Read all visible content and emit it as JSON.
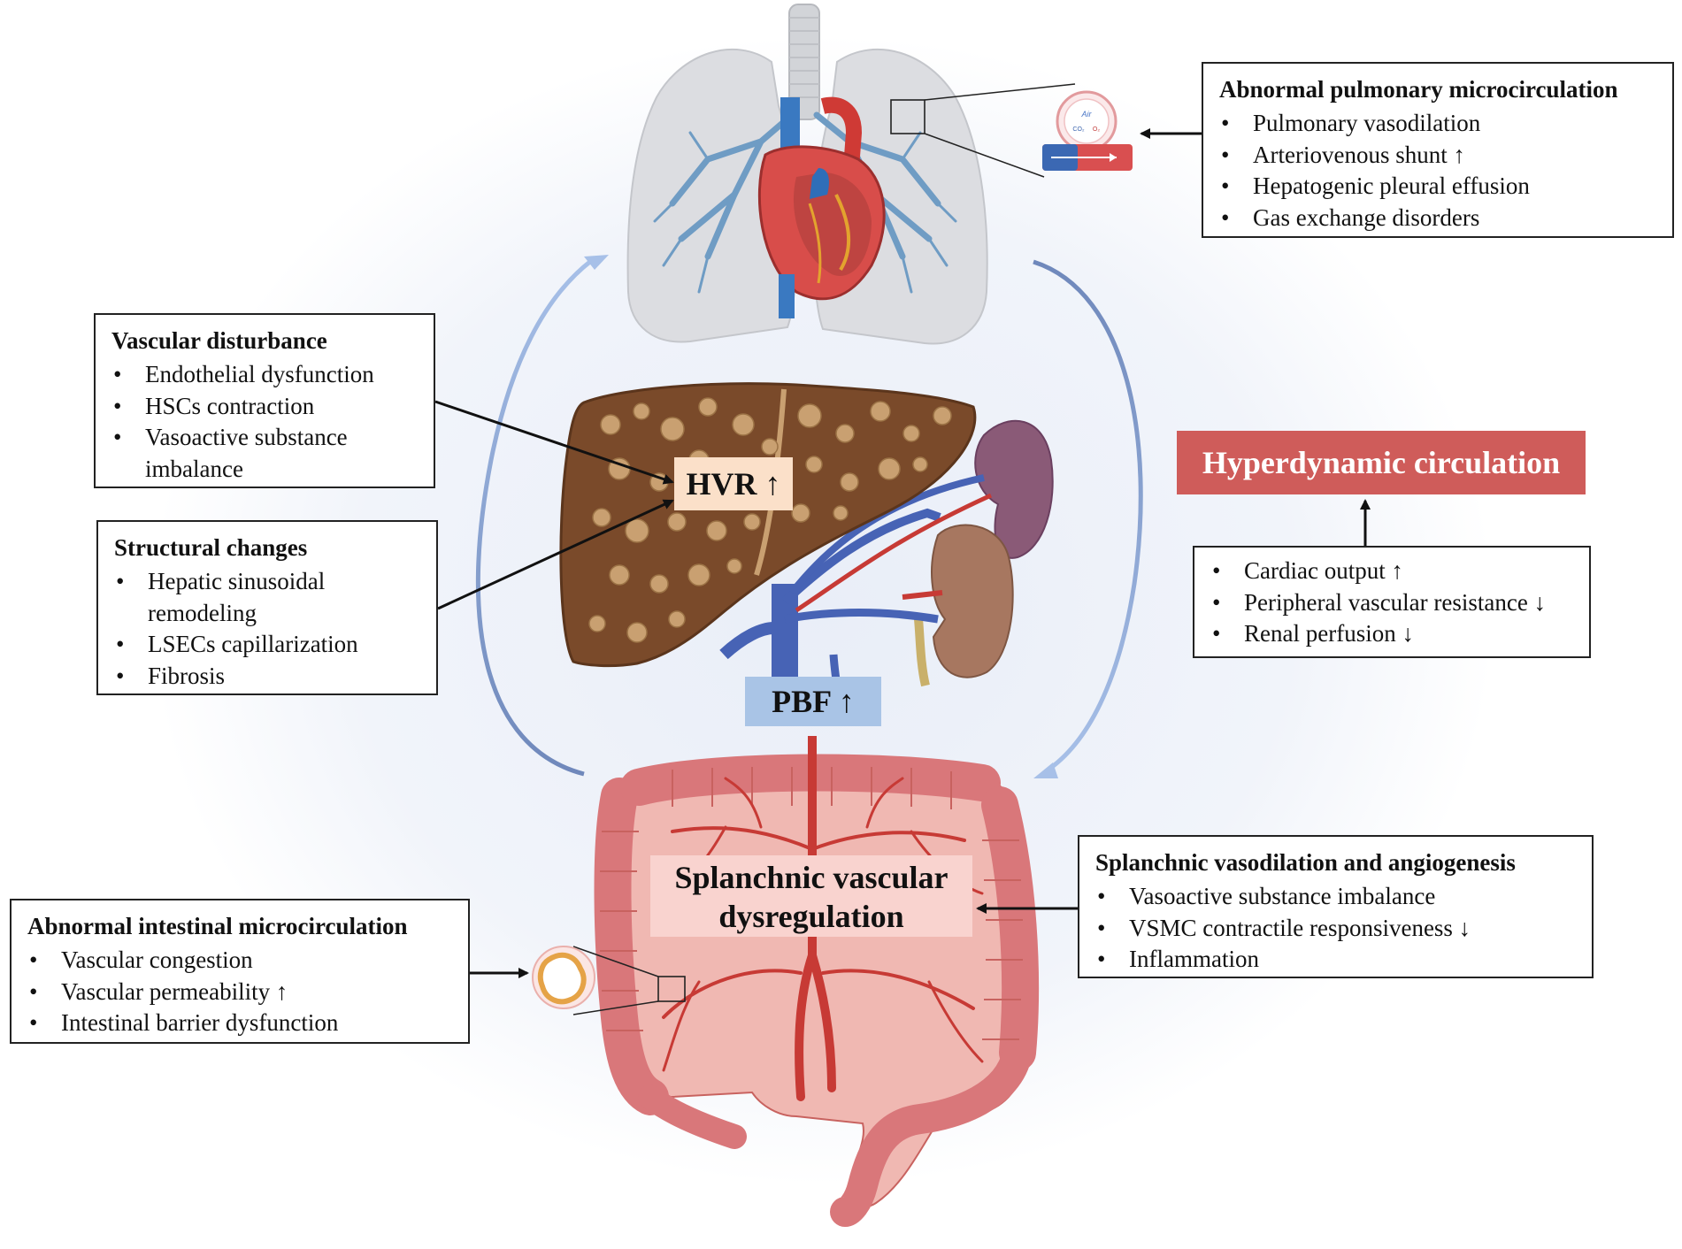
{
  "labels": {
    "hvr": "HVR ↑",
    "pbf": "PBF ↑",
    "splanchnic": [
      "Splanchnic vascular",
      "dysregulation"
    ],
    "hyperdynamic": "Hyperdynamic circulation"
  },
  "boxes": {
    "pulmonary": {
      "title": "Abnormal pulmonary microcirculation",
      "items": [
        "Pulmonary vasodilation",
        "Arteriovenous shunt ↑",
        "Hepatogenic pleural effusion",
        "Gas exchange disorders"
      ]
    },
    "vascular_disturbance": {
      "title": "Vascular disturbance",
      "items": [
        "Endothelial dysfunction",
        "HSCs contraction",
        "Vasoactive substance",
        "imbalance"
      ]
    },
    "structural_changes": {
      "title": "Structural changes",
      "items": [
        "Hepatic sinusoidal",
        "remodeling",
        "LSECs capillarization",
        "Fibrosis"
      ]
    },
    "hyperdynamic_effects": {
      "items": [
        "Cardiac output ↑",
        "Peripheral vascular resistance ↓",
        "Renal perfusion ↓"
      ]
    },
    "splanchnic_vasodilation": {
      "title": "Splanchnic vasodilation and angiogenesis",
      "items": [
        "Vasoactive substance imbalance",
        "VSMC contractile responsiveness ↓",
        "Inflammation"
      ]
    },
    "intestinal": {
      "title": "Abnormal intestinal microcirculation",
      "items": [
        "Vascular congestion",
        "Vascular permeability ↑",
        "Intestinal barrier dysfunction"
      ]
    }
  },
  "inset": {
    "alveolus_air": "Air",
    "alveolus_co2": "CO₂",
    "alveolus_o2": "O₂"
  },
  "colors": {
    "liver": "#7a4a2a",
    "liver_nodule": "#c9a071",
    "lung": "#dcdde0",
    "bronchi": "#6f9cc4",
    "intestine": "#d9777a",
    "intestine_light": "#f0b8b2",
    "artery": "#c73a35",
    "vein": "#3e5aa8",
    "cycle_arrow": "#7d97c7",
    "hyperdynamic_red": "#cf5c5a"
  }
}
